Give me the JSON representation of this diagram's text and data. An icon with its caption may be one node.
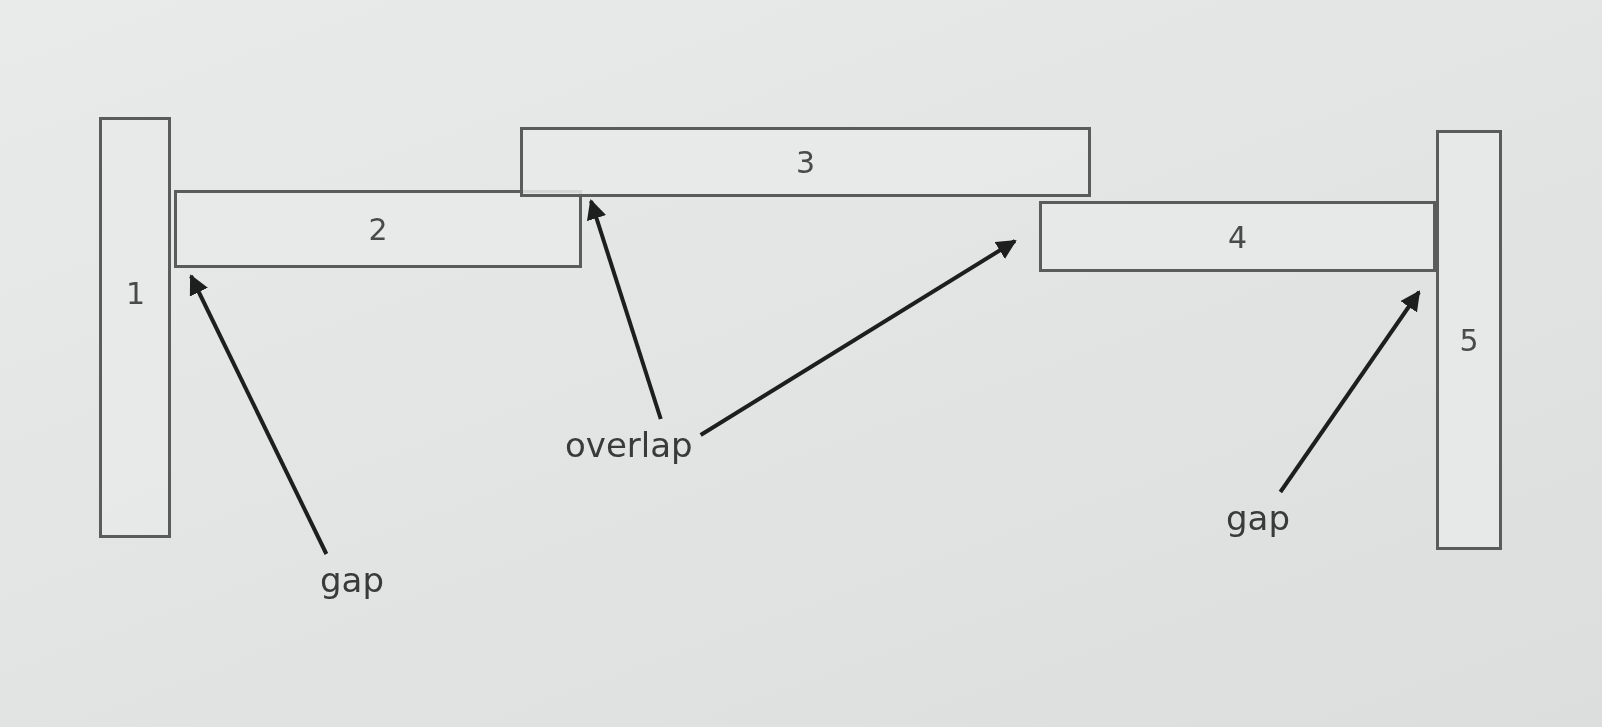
{
  "diagram": {
    "nodes": [
      {
        "text": [
          "1"
        ]
      },
      {
        "text": [
          "2"
        ]
      },
      {
        "text": [
          "3"
        ]
      },
      {
        "text": [
          "4"
        ]
      },
      {
        "text": [
          "5"
        ]
      },
      {
        "text": [
          "gap"
        ]
      },
      {
        "text": [
          "overlap"
        ]
      },
      {
        "text": [
          "gap"
        ]
      }
    ],
    "edges": [
      {
        "from": 5,
        "to": 0,
        "arrow": "to"
      },
      {
        "from": 6,
        "to": 1,
        "arrow": "to"
      },
      {
        "from": 6,
        "to": 3,
        "arrow": "to"
      },
      {
        "from": 7,
        "to": 4,
        "arrow": "to"
      }
    ]
  }
}
